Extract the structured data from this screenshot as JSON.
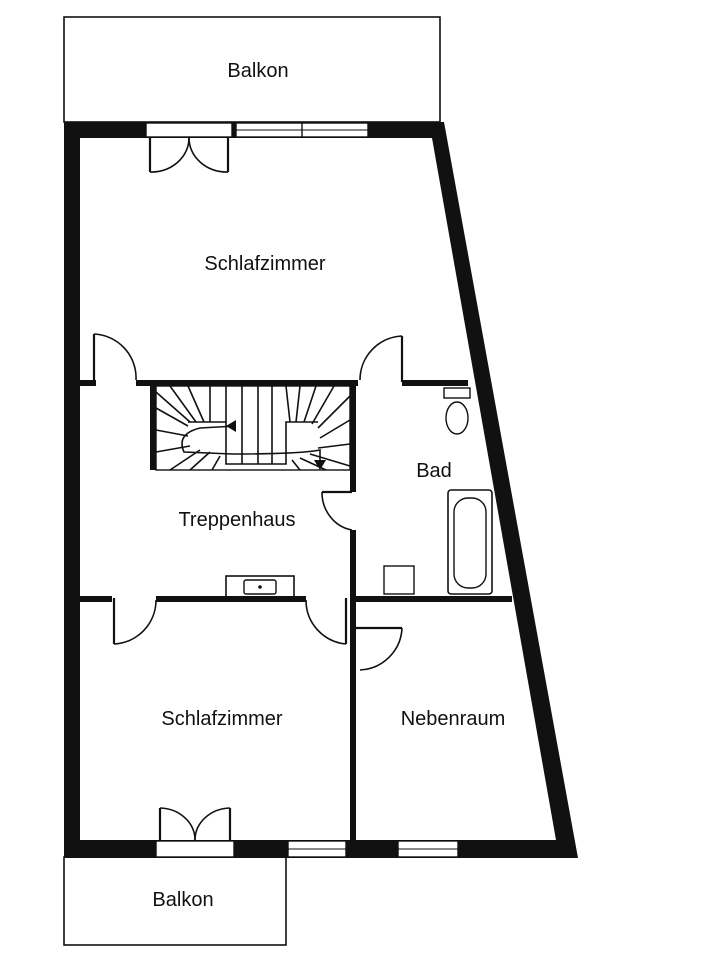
{
  "rooms": {
    "balkon_top": "Balkon",
    "schlafzimmer_top": "Schlafzimmer",
    "bad": "Bad",
    "treppenhaus": "Treppenhaus",
    "schlafzimmer_bottom": "Schlafzimmer",
    "nebenraum": "Nebenraum",
    "balkon_bottom": "Balkon"
  }
}
